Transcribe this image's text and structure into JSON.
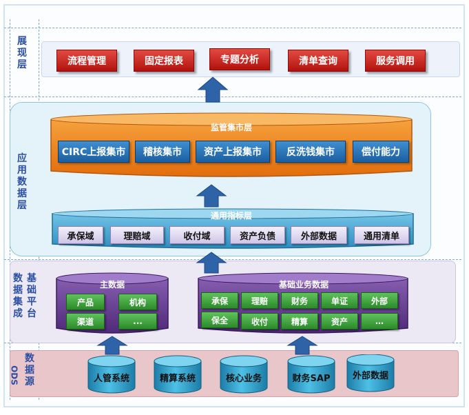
{
  "layers": {
    "presentation": {
      "label": [
        "展",
        "现",
        "层"
      ]
    },
    "application": {
      "label": [
        "应",
        "用",
        "数",
        "据",
        "层"
      ]
    },
    "integration": {
      "label_col1": [
        "数",
        "据",
        "集",
        "成"
      ],
      "label_col2": [
        "基",
        "础",
        "平",
        "台"
      ]
    },
    "datasource": {
      "label_col1": [
        "数",
        "据",
        "源"
      ],
      "label_col2": [
        "ODS"
      ]
    }
  },
  "presentation_items": [
    "流程管理",
    "固定报表",
    "专题分析",
    "清单查询",
    "服务调用"
  ],
  "mart_layer": {
    "title": "监管集市层",
    "items": [
      "CIRC上报集市",
      "稽核集市",
      "资产上报集市",
      "反洗钱集市",
      "偿付能力"
    ]
  },
  "indicator_layer": {
    "title": "通用指标层",
    "items": [
      "承保域",
      "理赔域",
      "收付域",
      "资产负债",
      "外部数据",
      "通用清单"
    ]
  },
  "master_data": {
    "title": "主数据",
    "items": [
      "产品",
      "机构",
      "渠道",
      "..."
    ]
  },
  "business_data": {
    "title": "基础业务数据",
    "items": [
      "承保",
      "理赔",
      "财务",
      "单证",
      "外部",
      "保全",
      "收付",
      "精算",
      "资产",
      "…"
    ]
  },
  "sources": [
    "人管系统",
    "精算系统",
    "核心业务",
    "财务SAP",
    "外部数据"
  ],
  "colors": {
    "presentation_band": "#eef3fb",
    "application_band": "#e3f3f9",
    "integration_band": "#ece9f5",
    "source_band": "#e9c6c9",
    "red_button": "#c21f17",
    "blue_button": "#2470b6",
    "orange_panel": "#f0851c",
    "purple_panel": "#6a3f92",
    "green_button": "#3aa337",
    "arrow": "#2f63a8",
    "cylinder": "#2c9ec5"
  }
}
